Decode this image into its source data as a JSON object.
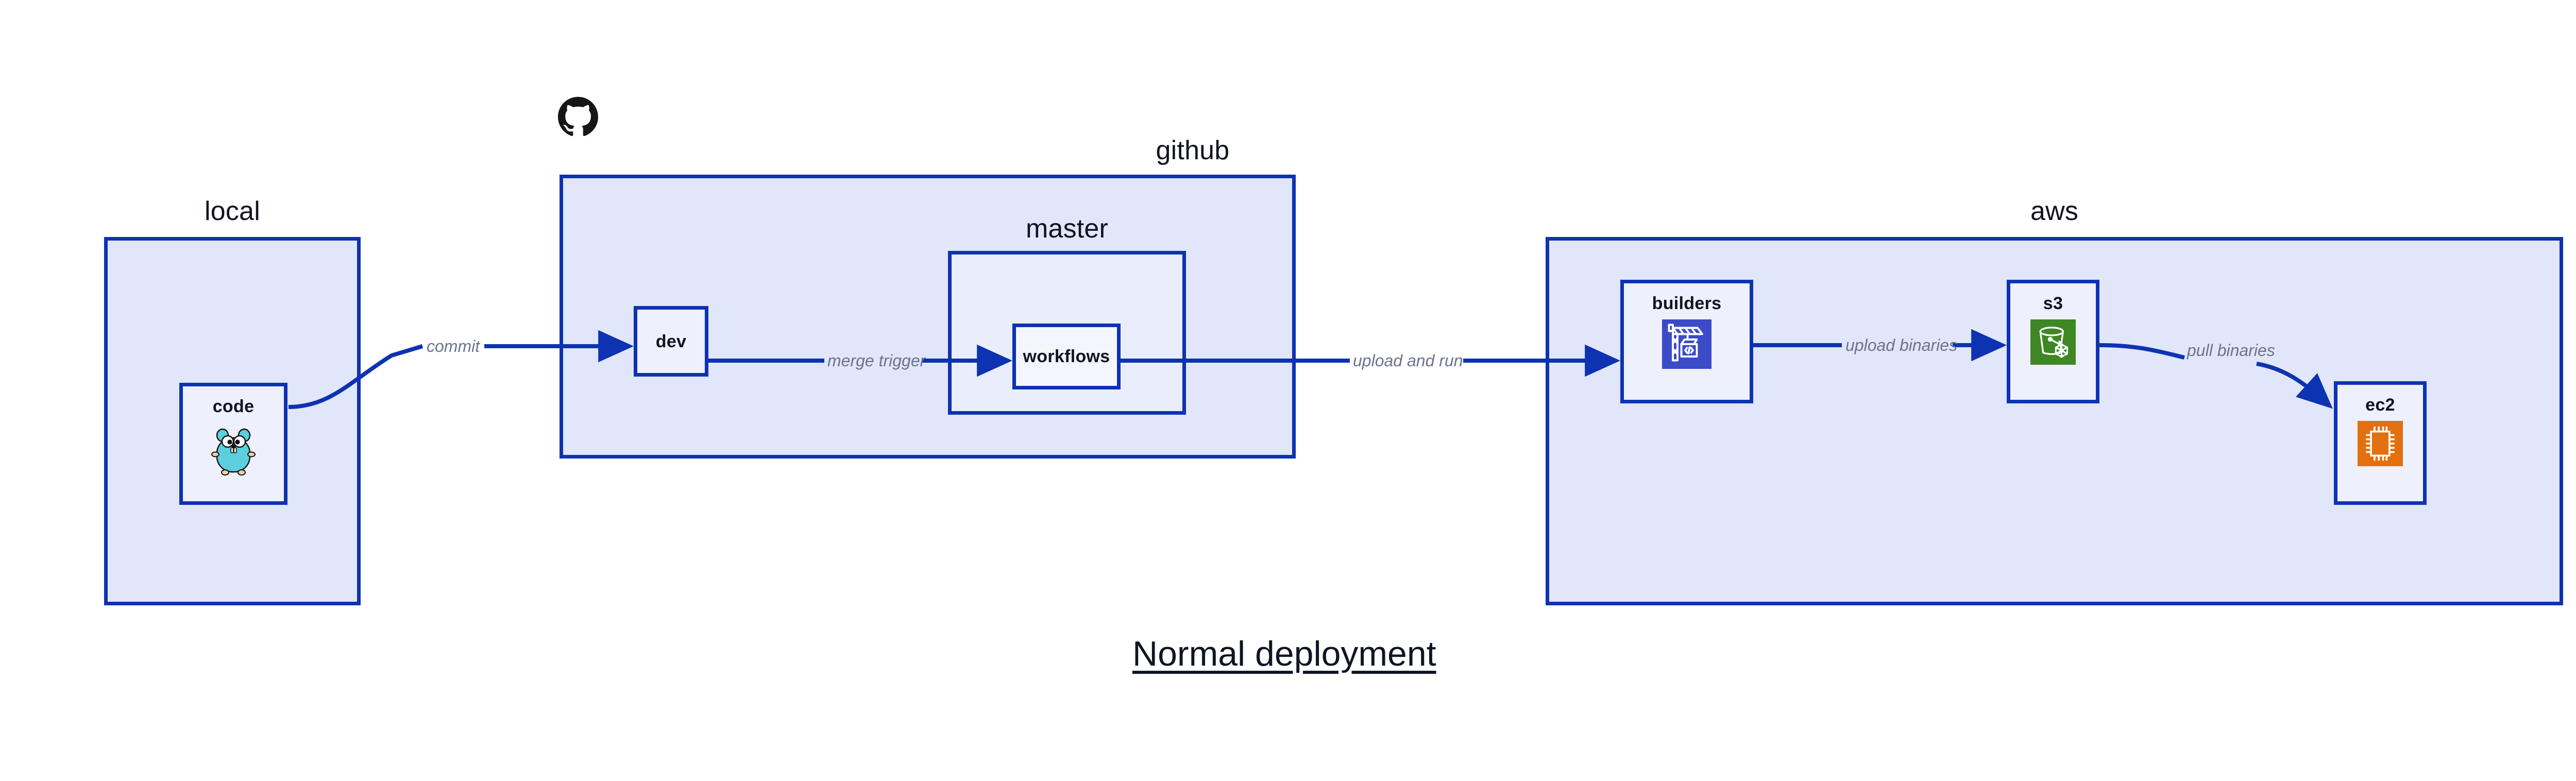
{
  "diagram": {
    "title": "Normal deployment",
    "accent_border": "#0d32b2",
    "group_fill": "#e1e6fa",
    "node_fill": "#eef1fd",
    "edge_label_color": "#6b7390",
    "text_color": "#11131f"
  },
  "groups": [
    {
      "id": "local",
      "label": "local"
    },
    {
      "id": "github",
      "label": "github"
    },
    {
      "id": "master",
      "label": "master"
    },
    {
      "id": "aws",
      "label": "aws"
    }
  ],
  "nodes": [
    {
      "id": "code",
      "label": "code",
      "icon": "go-gopher-icon",
      "icon_color": "#5ccfdf"
    },
    {
      "id": "dev",
      "label": "dev",
      "icon": "none",
      "icon_color": ""
    },
    {
      "id": "workflows",
      "label": "workflows",
      "icon": "none",
      "icon_color": ""
    },
    {
      "id": "builders",
      "label": "builders",
      "icon": "aws-codebuild-icon",
      "icon_color": "#3b4bc8"
    },
    {
      "id": "s3",
      "label": "s3",
      "icon": "aws-s3-glacier-icon",
      "icon_color": "#3f8624"
    },
    {
      "id": "ec2",
      "label": "ec2",
      "icon": "aws-ec2-icon",
      "icon_color": "#e3700e"
    }
  ],
  "edges": [
    {
      "id": "code-to-dev",
      "label": "commit",
      "from": "code",
      "to": "dev"
    },
    {
      "id": "dev-to-workflows",
      "label": "merge trigger",
      "from": "dev",
      "to": "workflows"
    },
    {
      "id": "workflows-to-builders",
      "label": "upload and run",
      "from": "workflows",
      "to": "builders"
    },
    {
      "id": "builders-to-s3",
      "label": "upload binaries",
      "from": "builders",
      "to": "s3"
    },
    {
      "id": "s3-to-ec2",
      "label": "pull binaries",
      "from": "s3",
      "to": "ec2"
    }
  ],
  "logos": [
    {
      "id": "github-logo",
      "name": "github-octocat-logo",
      "color": "#161614"
    }
  ]
}
